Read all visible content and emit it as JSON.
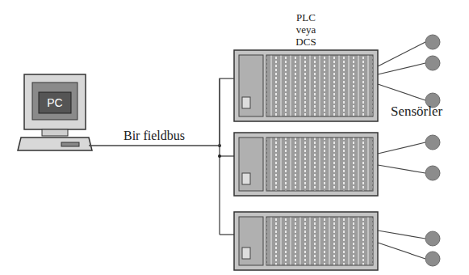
{
  "diagram": {
    "nodes": [
      {
        "text": [
          "PC"
        ]
      },
      {
        "text": [
          "PLC veya DCS"
        ]
      }
    ],
    "edges": [
      {
        "from": 0,
        "to": 1,
        "arrow": "none",
        "label": "Bir fieldbus"
      }
    ],
    "labels": [
      "Sensörler"
    ]
  }
}
